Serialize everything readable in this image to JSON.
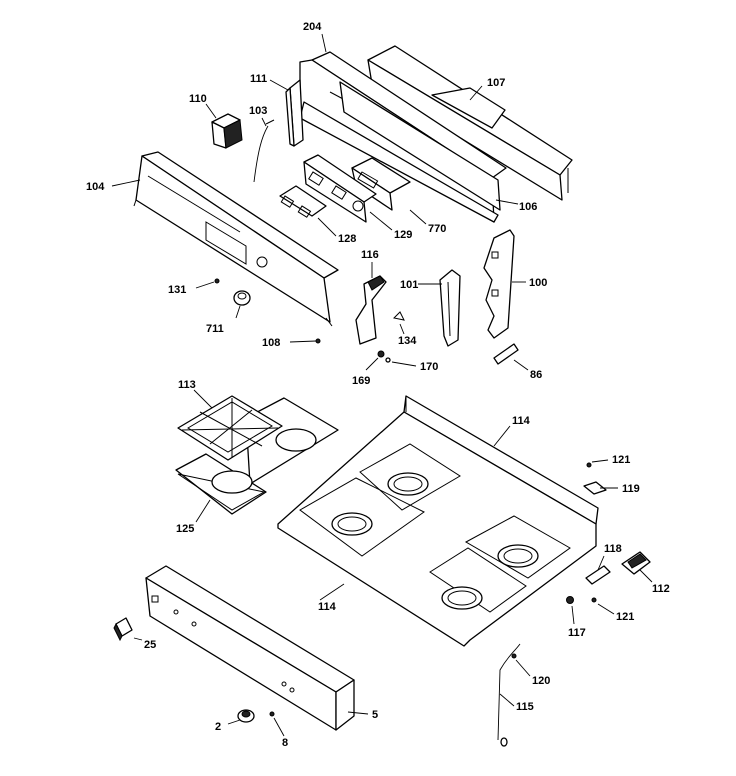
{
  "callouts": {
    "c204": "204",
    "c107": "107",
    "c111": "111",
    "c110": "110",
    "c103": "103",
    "c104": "104",
    "c106": "106",
    "c770": "770",
    "c129": "129",
    "c128": "128",
    "c116": "116",
    "c101": "101",
    "c100": "100",
    "c131": "131",
    "c711": "711",
    "c108": "108",
    "c134": "134",
    "c170": "170",
    "c169": "169",
    "c86": "86",
    "c113": "113",
    "c114a": "114",
    "c121a": "121",
    "c119": "119",
    "c125": "125",
    "c118": "118",
    "c112": "112",
    "c114b": "114",
    "c117": "117",
    "c121b": "121",
    "c25": "25",
    "c120": "120",
    "c115": "115",
    "c5": "5",
    "c2": "2",
    "c8": "8"
  },
  "colors": {
    "line": "#000000",
    "background": "#ffffff"
  }
}
